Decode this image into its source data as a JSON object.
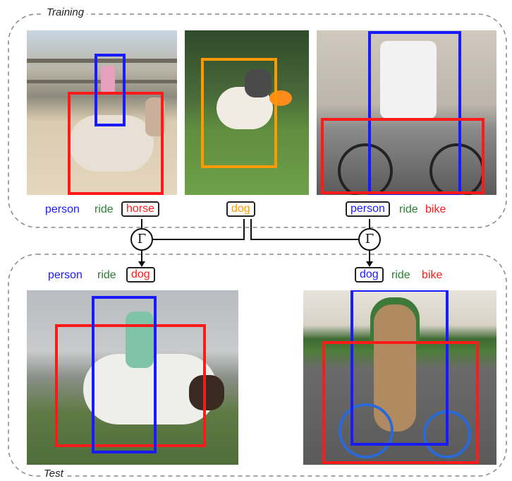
{
  "sections": {
    "training": "Training",
    "test": "Test"
  },
  "colors": {
    "person": "#1a1aff",
    "verb": "#2e7d32",
    "object": "#ff1a1a",
    "dog_train": "#ff9900"
  },
  "labels": {
    "train1": {
      "subject": "person",
      "verb": "ride",
      "object": "horse"
    },
    "train2": {
      "object": "dog"
    },
    "train3": {
      "subject": "person",
      "verb": "ride",
      "object": "bike"
    },
    "test1": {
      "subject": "person",
      "verb": "ride",
      "object": "dog"
    },
    "test2": {
      "subject": "dog",
      "verb": "ride",
      "object": "bike"
    }
  },
  "operator_symbol": "Γ"
}
